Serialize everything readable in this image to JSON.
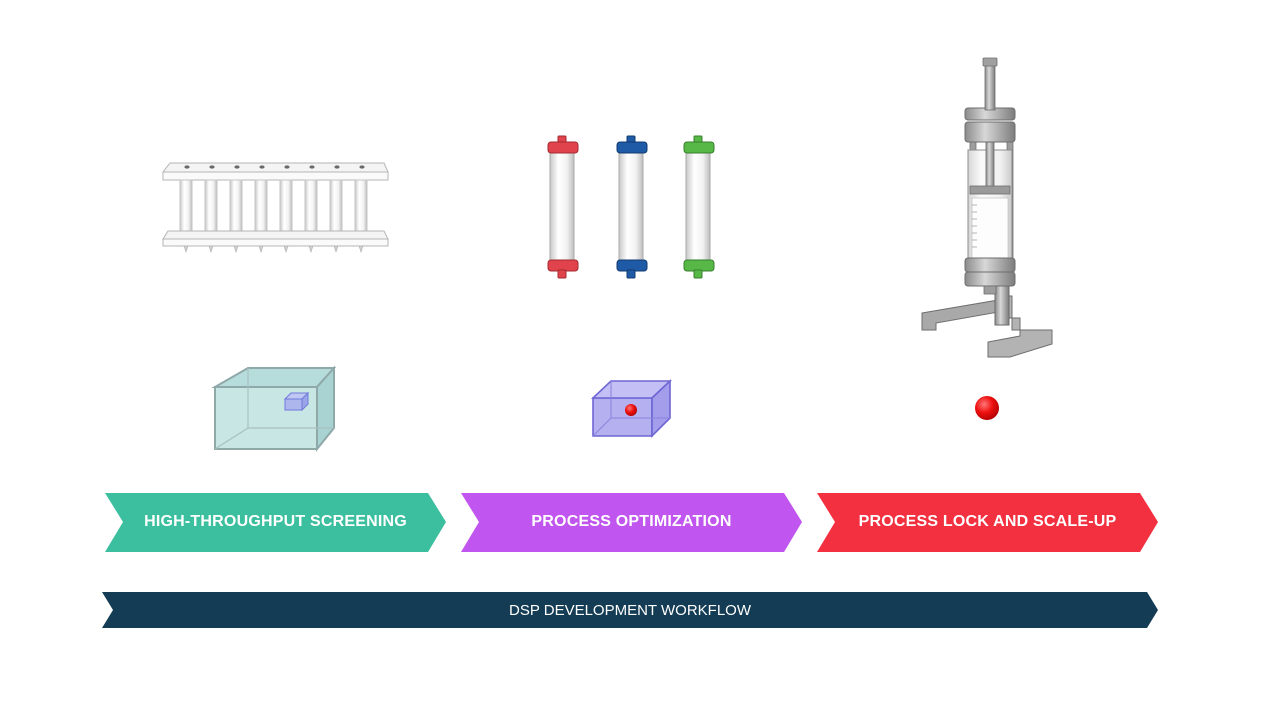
{
  "stages": [
    {
      "label": "HIGH-THROUGHPUT SCREENING",
      "color": "#3bbf9e",
      "equipment": "filter-plate-icon",
      "scale_icon": "large-cube-with-small-cube-icon"
    },
    {
      "label": "PROCESS OPTIMIZATION",
      "color": "#c055ef",
      "equipment": "small-columns-icon",
      "scale_icon": "cube-with-dot-icon"
    },
    {
      "label": "PROCESS LOCK AND SCALE-UP",
      "color": "#f3303f",
      "equipment": "process-column-icon",
      "scale_icon": "red-dot-icon"
    }
  ],
  "workflow": {
    "label": "DSP DEVELOPMENT WORKFLOW",
    "color": "#143c55"
  },
  "column_cap_colors": [
    "#e0434c",
    "#1f5aa6",
    "#57b848"
  ]
}
